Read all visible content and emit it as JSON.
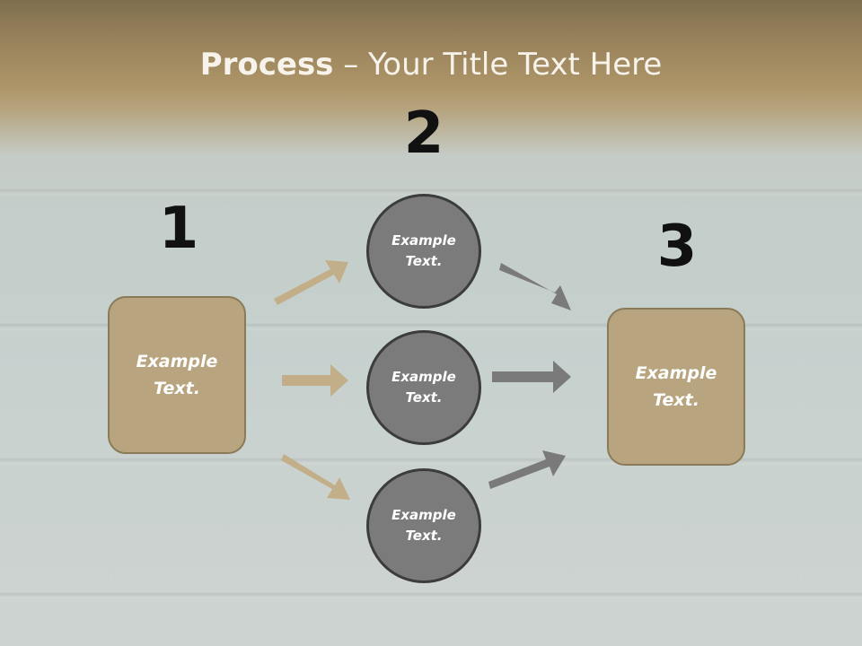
{
  "title": {
    "bold": "Process",
    "rest": " – Your Title Text Here"
  },
  "steps": {
    "one": "1",
    "two": "2",
    "three": "3"
  },
  "left_box": {
    "line1": "Example",
    "line2": "Text."
  },
  "right_box": {
    "line1": "Example",
    "line2": "Text."
  },
  "circles": [
    {
      "line1": "Example",
      "line2": "Text."
    },
    {
      "line1": "Example",
      "line2": "Text."
    },
    {
      "line1": "Example",
      "line2": "Text."
    }
  ],
  "colors": {
    "tan": "#b8a580",
    "circle": "#7b7b7b",
    "arrow_tan": "#c2ae88",
    "arrow_gray": "#7a7a7a"
  }
}
